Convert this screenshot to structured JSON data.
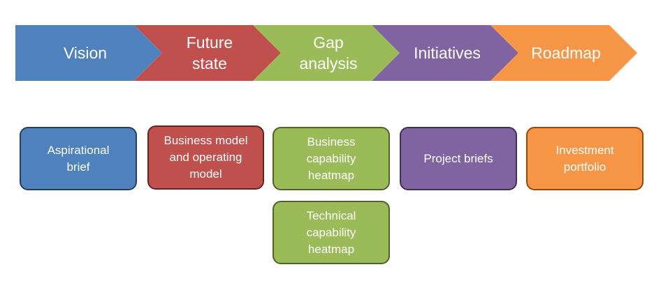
{
  "stages": [
    {
      "id": "vision",
      "label": "Vision",
      "fill": "#4f81bd"
    },
    {
      "id": "future-state",
      "label": "Future\nstate",
      "fill": "#c0504d"
    },
    {
      "id": "gap-analysis",
      "label": "Gap\nanalysis",
      "fill": "#9bbb59"
    },
    {
      "id": "initiatives",
      "label": "Initiatives",
      "fill": "#8064a2"
    },
    {
      "id": "roadmap",
      "label": "Roadmap",
      "fill": "#f79646"
    }
  ],
  "deliverables": [
    {
      "id": "aspirational-brief",
      "label": "Aspirational\nbrief",
      "fill": "#4f81bd",
      "stroke": "#243f60"
    },
    {
      "id": "business-model",
      "label": "Business model\nand operating\nmodel",
      "fill": "#c0504d",
      "stroke": "#632523"
    },
    {
      "id": "business-capability-heatmap",
      "label": "Business\ncapability\nheatmap",
      "fill": "#9bbb59",
      "stroke": "#4f6228"
    },
    {
      "id": "project-briefs",
      "label": "Project briefs",
      "fill": "#8064a2",
      "stroke": "#3f3151"
    },
    {
      "id": "investment-portfolio",
      "label": "Investment\nportfolio",
      "fill": "#f79646",
      "stroke": "#984807"
    },
    {
      "id": "technical-capability-heatmap",
      "label": "Technical\ncapability\nheatmap",
      "fill": "#9bbb59",
      "stroke": "#4f6228"
    }
  ]
}
